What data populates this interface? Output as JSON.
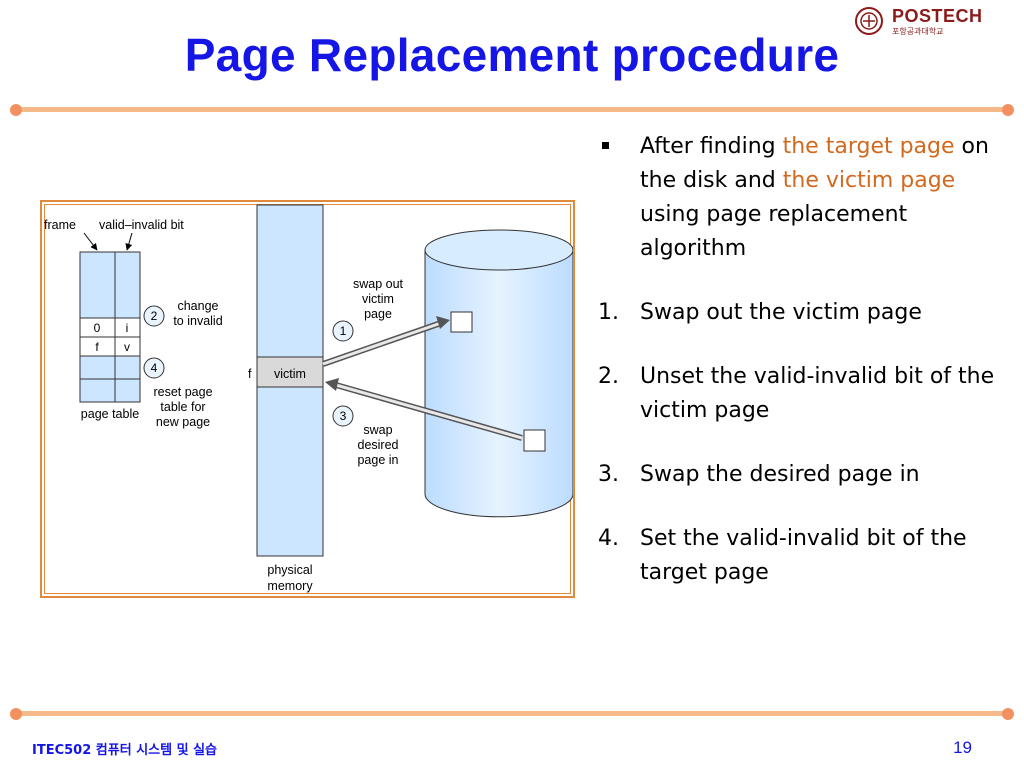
{
  "slide": {
    "title": "Page Replacement procedure",
    "logo": {
      "name": "POSTECH",
      "subtitle": "포항공과대학교"
    },
    "colors": {
      "title": "#1515e6",
      "highlight": "#d2691e",
      "accent": "#e28a3b",
      "disk": "#cde6ff"
    }
  },
  "diagram": {
    "frame_label": "frame",
    "valid_invalid_label": "valid–invalid bit",
    "page_table_rows": [
      {
        "frame": "",
        "bit": ""
      },
      {
        "frame": "",
        "bit": ""
      },
      {
        "frame": "0",
        "bit": "i"
      },
      {
        "frame": "f",
        "bit": "v"
      },
      {
        "frame": "",
        "bit": ""
      },
      {
        "frame": "",
        "bit": ""
      }
    ],
    "page_table_label": "page table",
    "step2_num": "2",
    "step2_label": [
      "change",
      "to invalid"
    ],
    "step4_num": "4",
    "step4_label": [
      "reset page",
      "table for",
      "new page"
    ],
    "f_label": "f",
    "victim_label": "victim",
    "physical_memory_label": [
      "physical",
      "memory"
    ],
    "step1_num": "1",
    "step1_label": [
      "swap out",
      "victim",
      "page"
    ],
    "step3_num": "3",
    "step3_label": [
      "swap",
      "desired",
      "page in"
    ]
  },
  "bullets": {
    "intro_prefix": "After finding ",
    "intro_hl1": "the target page",
    "intro_mid": " on the disk and ",
    "intro_hl2": "the victim page",
    "intro_suffix": " using page replacement algorithm",
    "steps": [
      {
        "num": "1.",
        "text": "Swap out the victim page"
      },
      {
        "num": "2.",
        "text": "Unset the valid-invalid bit of the victim page"
      },
      {
        "num": "3.",
        "text": "Swap the desired page in"
      },
      {
        "num": "4.",
        "text": "Set the valid-invalid bit of the target page"
      }
    ]
  },
  "footer": {
    "course": "ITEC502 컴퓨터 시스템 및 실습",
    "page_number": "19"
  }
}
